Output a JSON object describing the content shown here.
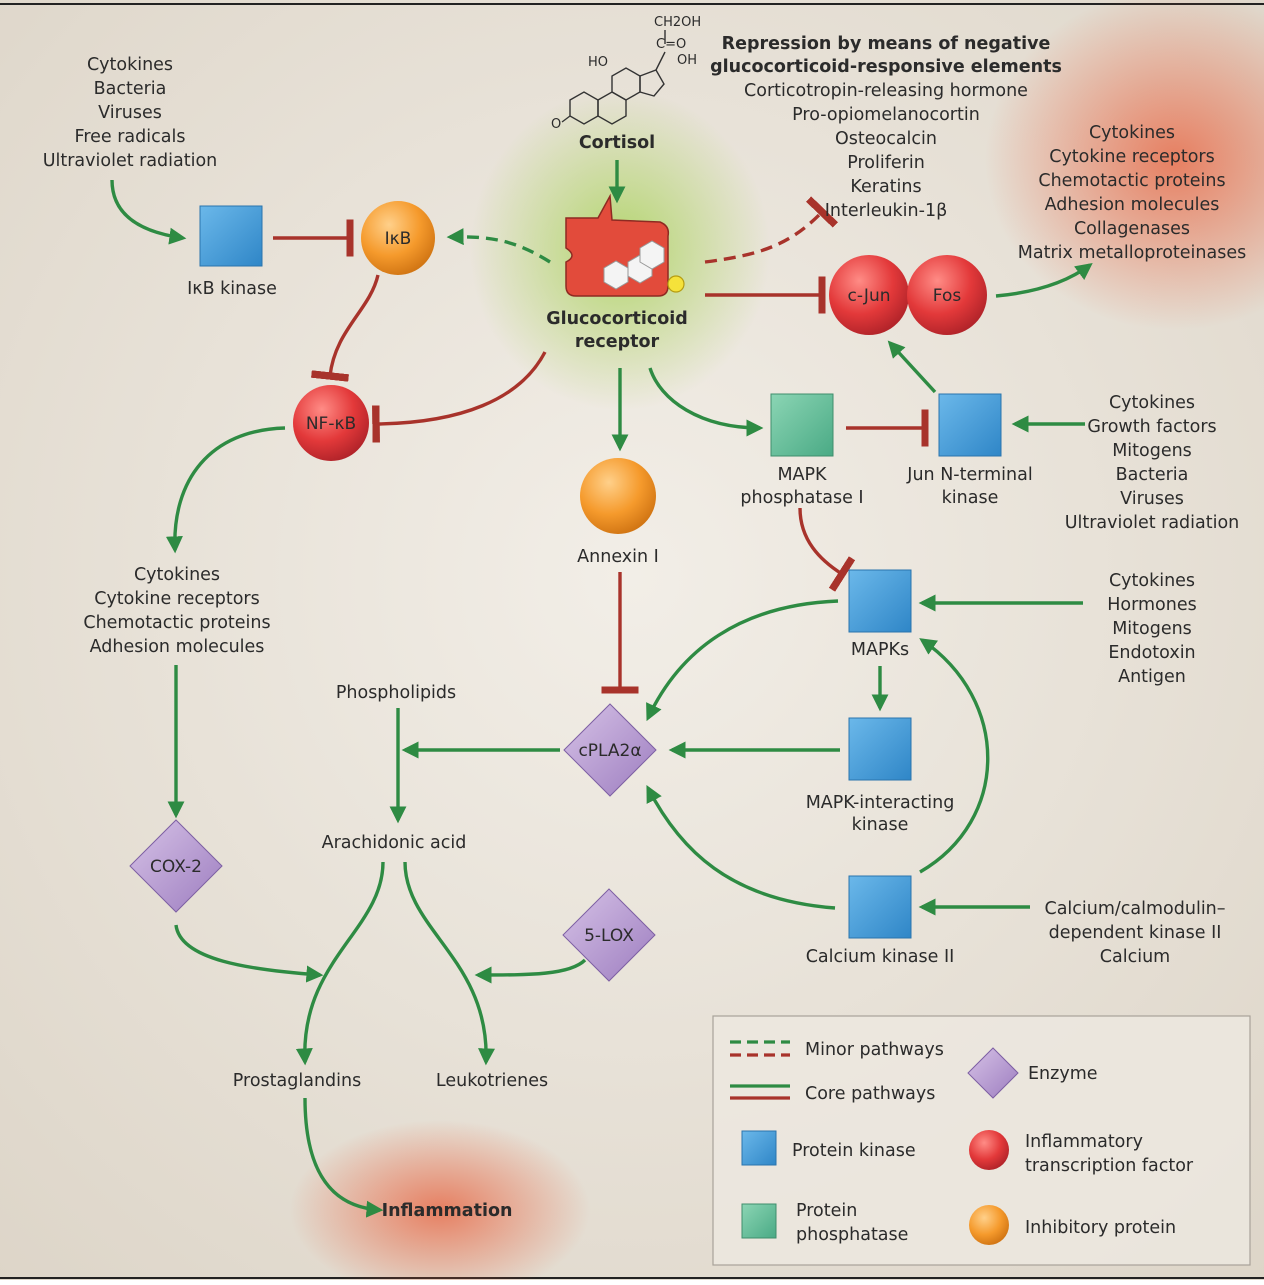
{
  "cortisol": {
    "formula_top": "CH2OH",
    "formula_co": "C=O",
    "ho": "HO",
    "oh": "OH",
    "o": "O",
    "label": "Cortisol"
  },
  "receptor": {
    "line1": "Glucocorticoid",
    "line2": "receptor"
  },
  "stimuli_ikb": [
    "Cytokines",
    "Bacteria",
    "Viruses",
    "Free radicals",
    "Ultraviolet radiation"
  ],
  "repression": {
    "title1": "Repression by means of negative",
    "title2": "glucocorticoid-responsive elements",
    "items": [
      "Corticotropin-releasing hormone",
      "Pro-opiomelanocortin",
      "Osteocalcin",
      "Proliferin",
      "Keratins",
      "Interleukin-1β"
    ]
  },
  "ap1_targets": [
    "Cytokines",
    "Cytokine receptors",
    "Chemotactic proteins",
    "Adhesion molecules",
    "Collagenases",
    "Matrix metalloproteinases"
  ],
  "nodes": {
    "ikb_kinase": "IκB kinase",
    "ikb": "IκB",
    "nfkb": "NF-κB",
    "cjun": "c-Jun",
    "fos": "Fos",
    "mapk_phosphatase_1": "MAPK",
    "mapk_phosphatase_2": "phosphatase I",
    "jnk_1": "Jun N-terminal",
    "jnk_2": "kinase",
    "annexin": "Annexin I",
    "mapks": "MAPKs",
    "mnk_1": "MAPK-interacting",
    "mnk_2": "kinase",
    "camk": "Calcium kinase II",
    "cpla2": "cPLA2α",
    "cox2": "COX-2",
    "lox5": "5-LOX"
  },
  "jnk_stimuli": [
    "Cytokines",
    "Growth factors",
    "Mitogens",
    "Bacteria",
    "Viruses",
    "Ultraviolet radiation"
  ],
  "nfkb_targets": [
    "Cytokines",
    "Cytokine receptors",
    "Chemotactic proteins",
    "Adhesion molecules"
  ],
  "mapk_stimuli": [
    "Cytokines",
    "Hormones",
    "Mitogens",
    "Endotoxin",
    "Antigen"
  ],
  "camk_stimuli": [
    "Calcium/calmodulin–",
    "dependent kinase II",
    "Calcium"
  ],
  "lipids": {
    "phospholipids": "Phospholipids",
    "arachidonic": "Arachidonic acid",
    "prostaglandins": "Prostaglandins",
    "leukotrienes": "Leukotrienes",
    "inflammation": "Inflammation"
  },
  "legend": {
    "minor": "Minor pathways",
    "core": "Core pathways",
    "enzyme": "Enzyme",
    "protein_kinase": "Protein kinase",
    "itf_1": "Inflammatory",
    "itf_2": "transcription factor",
    "pp_1": "Protein",
    "pp_2": "phosphatase",
    "inhibitory": "Inhibitory protein"
  },
  "colors": {
    "green": "#2e8b43",
    "red": "#a8332b",
    "kinase_blue": "#3e9bd6",
    "phosphatase_teal": "#5fbf9a",
    "transcription_red": "#e03a3a",
    "inhibitory_orange": "#f39a2b",
    "enzyme_purple": "#b79ad0"
  }
}
